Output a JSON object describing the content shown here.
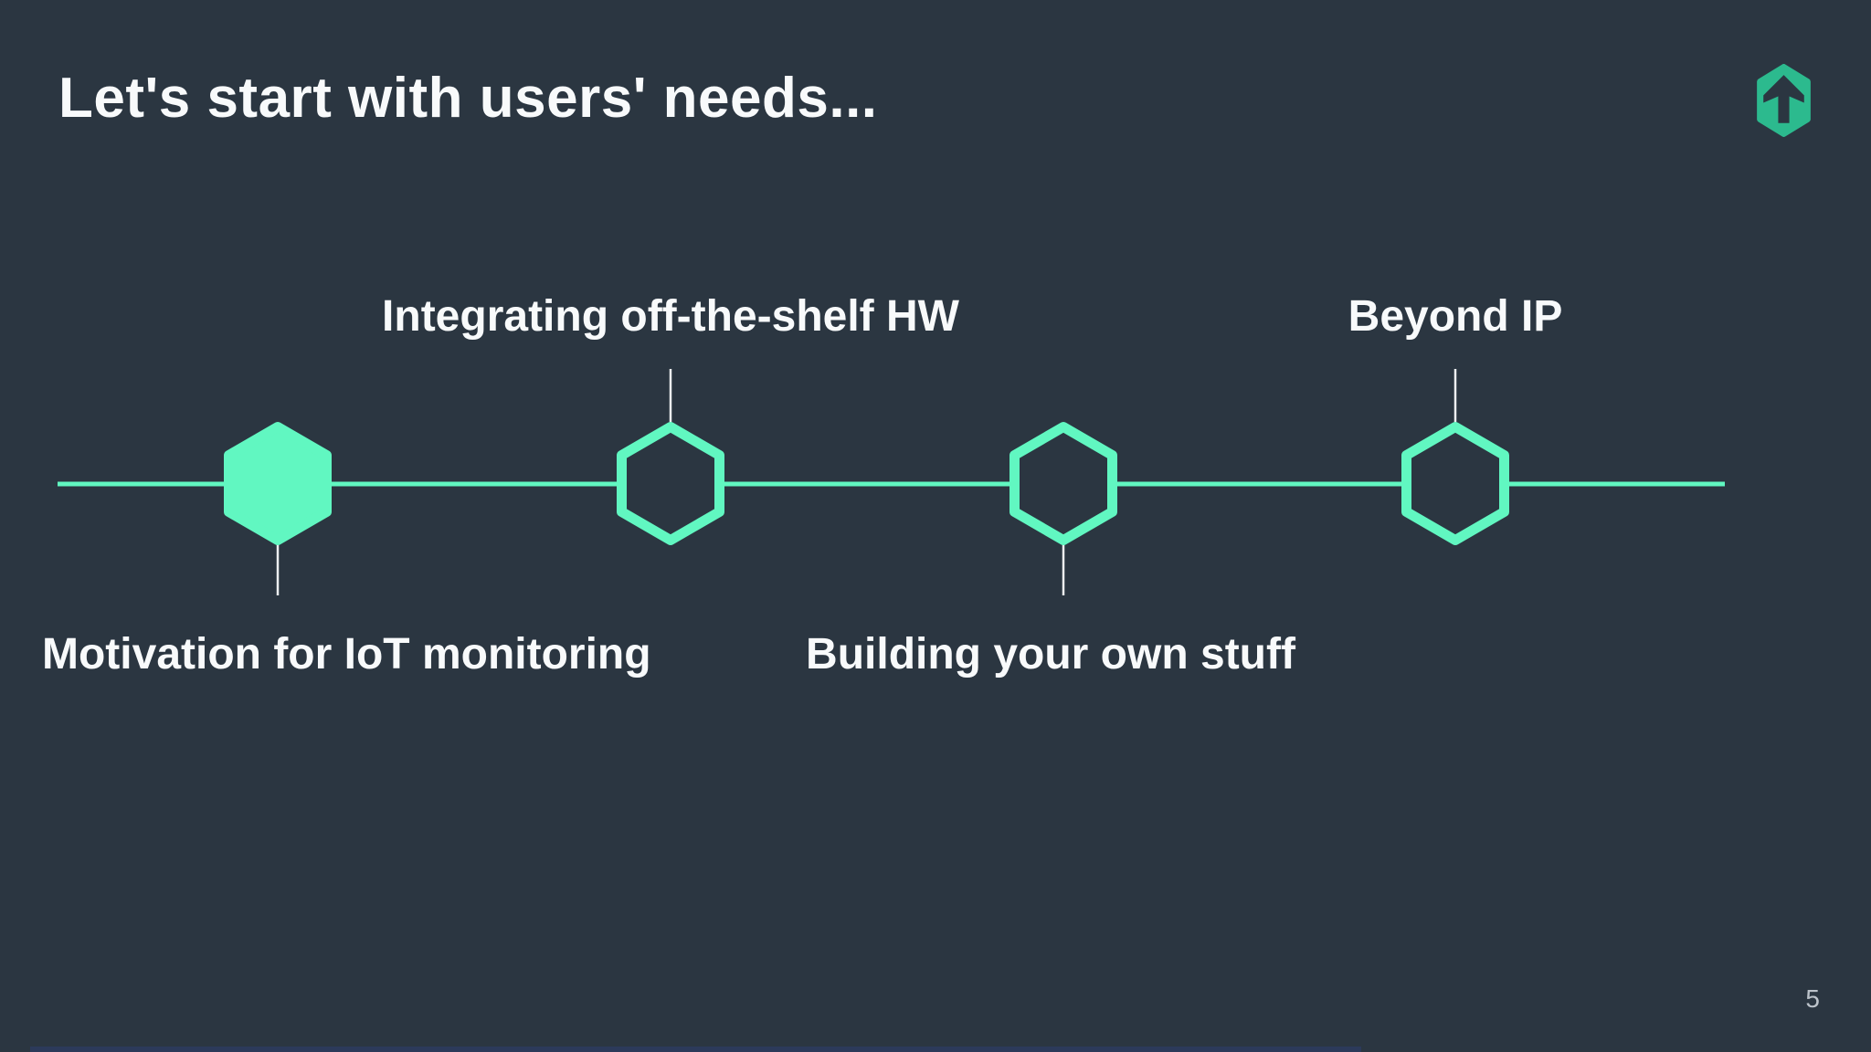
{
  "slide": {
    "title": "Let's start with users' needs...",
    "page_number": "5"
  },
  "logo": {
    "icon": "hexagon-with-up-arrow"
  },
  "timeline": {
    "milestones": [
      {
        "label": "Motivation for IoT monitoring",
        "label_position": "below",
        "state": "filled"
      },
      {
        "label": "Integrating off-the-shelf HW",
        "label_position": "above",
        "state": "outlined"
      },
      {
        "label": "Building your own stuff",
        "label_position": "below",
        "state": "outlined"
      },
      {
        "label": "Beyond IP",
        "label_position": "above",
        "state": "outlined"
      }
    ]
  },
  "theme": {
    "background": "#2B3641",
    "accent_green": "#61F7C1",
    "logo_green": "#2CBA8E",
    "text_white": "#F8FAFB",
    "page_number_color": "#BCC3CA",
    "bottom_bar_color": "#2C3A5A"
  }
}
